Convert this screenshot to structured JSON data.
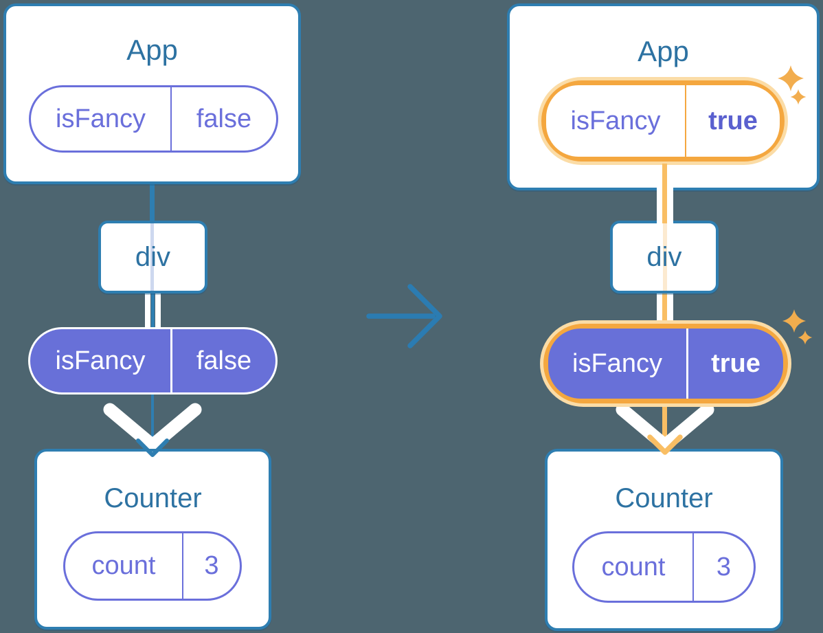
{
  "diagram": {
    "before": {
      "app": {
        "title": "App",
        "prop_name": "isFancy",
        "prop_value": "false"
      },
      "div_label": "div",
      "passed_prop": {
        "name": "isFancy",
        "value": "false"
      },
      "counter": {
        "title": "Counter",
        "state_name": "count",
        "state_value": "3"
      }
    },
    "after": {
      "app": {
        "title": "App",
        "prop_name": "isFancy",
        "prop_value": "true"
      },
      "div_label": "div",
      "passed_prop": {
        "name": "isFancy",
        "value": "true"
      },
      "counter": {
        "title": "Counter",
        "state_name": "count",
        "state_value": "3"
      }
    },
    "icons": {
      "transition_arrow": "arrow-right",
      "highlight_sparkle": "four-point-star",
      "pass_down_arrow": "chevron-down"
    }
  },
  "colors": {
    "bg": "#4d6570",
    "card_border": "#2e7eb1",
    "title": "#2d72a2",
    "purple": "#6a6fdb",
    "purple_fill": "#6870d8",
    "true_purple": "#5a60cf",
    "orange": "#f4a73f",
    "orange_halo": "#fbdca6",
    "orange_line": "#f9be64",
    "stripe_blue": "#cdd8ef",
    "stripe_orange": "#fcead0",
    "sparkle": "#f2ad4e",
    "arrow_blue": "#2b7cb2"
  }
}
